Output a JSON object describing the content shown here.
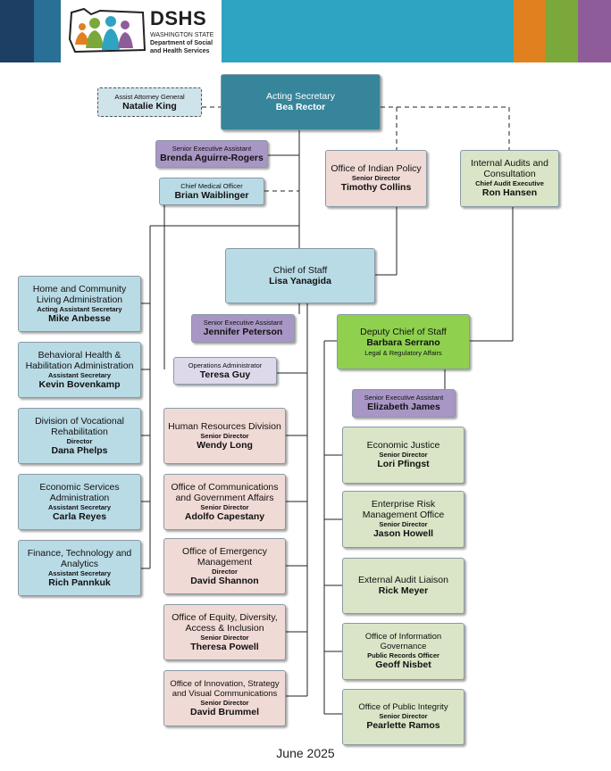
{
  "header": {
    "logo_title": "DSHS",
    "logo_line1": "WASHINGTON STATE",
    "logo_line2": "Department of Social",
    "logo_line3": "and Health Services",
    "band_colors": [
      "#1c3f63",
      "#2a6f95",
      "#2ea3c2",
      "#e0801e",
      "#7aa83a",
      "#8e5d99"
    ]
  },
  "colors": {
    "secretary": "#36859b",
    "admin_blue": "#b9dbe6",
    "office_pink": "#f0dad6",
    "office_green": "#d9e5c6",
    "assistant_purple": "#a896c4",
    "deputy_green": "#8fd14f"
  },
  "secretary": {
    "title": "Acting Secretary",
    "name": "Bea Rector"
  },
  "attorney_general": {
    "title": "Assist Attorney General",
    "name": "Natalie King"
  },
  "sea_secretary": {
    "title": "Senior Executive Assistant",
    "name": "Brenda Aguirre-Rogers"
  },
  "cmo": {
    "title": "Chief Medical Officer",
    "name": "Brian Waiblinger"
  },
  "indian_policy": {
    "title": "Office of Indian Policy",
    "role": "Senior Director",
    "name": "Timothy Collins"
  },
  "internal_audits": {
    "title": "Internal Audits and Consultation",
    "role": "Chief Audit Executive",
    "name": "Ron Hansen"
  },
  "chief_of_staff": {
    "title": "Chief of Staff",
    "name": "Lisa Yanagida"
  },
  "sea_cos": {
    "title": "Senior Executive Assistant",
    "name": "Jennifer Peterson"
  },
  "ops_admin": {
    "title": "Operations Administrator",
    "name": "Teresa Guy"
  },
  "deputy": {
    "title": "Deputy Chief of Staff",
    "name": "Barbara Serrano",
    "role": "Legal & Regulatory Affairs"
  },
  "sea_deputy": {
    "title": "Senior Executive Assistant",
    "name": "Elizabeth James"
  },
  "admins": [
    {
      "title": "Home and Community Living Administration",
      "role": "Acting Assistant Secretary",
      "name": "Mike Anbesse"
    },
    {
      "title": "Behavioral Health & Habilitation Administration",
      "role": "Assistant Secretary",
      "name": "Kevin Bovenkamp"
    },
    {
      "title": "Division of Vocational Rehabilitation",
      "role": "Director",
      "name": "Dana Phelps"
    },
    {
      "title": "Economic Services Administration",
      "role": "Assistant Secretary",
      "name": "Carla Reyes"
    },
    {
      "title": "Finance, Technology and Analytics",
      "role": "Assistant Secretary",
      "name": "Rich Pannkuk"
    }
  ],
  "cos_offices": [
    {
      "title": "Human Resources Division",
      "role": "Senior Director",
      "name": "Wendy Long"
    },
    {
      "title": "Office of Communications and Government Affairs",
      "role": "Senior Director",
      "name": "Adolfo Capestany"
    },
    {
      "title": "Office of Emergency Management",
      "role": "Director",
      "name": "David Shannon"
    },
    {
      "title": "Office of Equity, Diversity, Access & Inclusion",
      "role": "Senior Director",
      "name": "Theresa Powell"
    },
    {
      "title": "Office of Innovation, Strategy and Visual Communications",
      "role": "Senior Director",
      "name": "David Brummel"
    }
  ],
  "deputy_offices": [
    {
      "title": "Economic Justice",
      "role": "Senior Director",
      "name": "Lori Pfingst"
    },
    {
      "title": "Enterprise Risk Management Office",
      "role": "Senior Director",
      "name": "Jason Howell"
    },
    {
      "title": "External Audit Liaison",
      "role": "",
      "name": "Rick Meyer"
    },
    {
      "title": "Office of Information Governance",
      "role": "Public Records Officer",
      "name": "Geoff Nisbet"
    },
    {
      "title": "Office of Public Integrity",
      "role": "Senior Director",
      "name": "Pearlette Ramos"
    }
  ],
  "footer": "June 2025"
}
